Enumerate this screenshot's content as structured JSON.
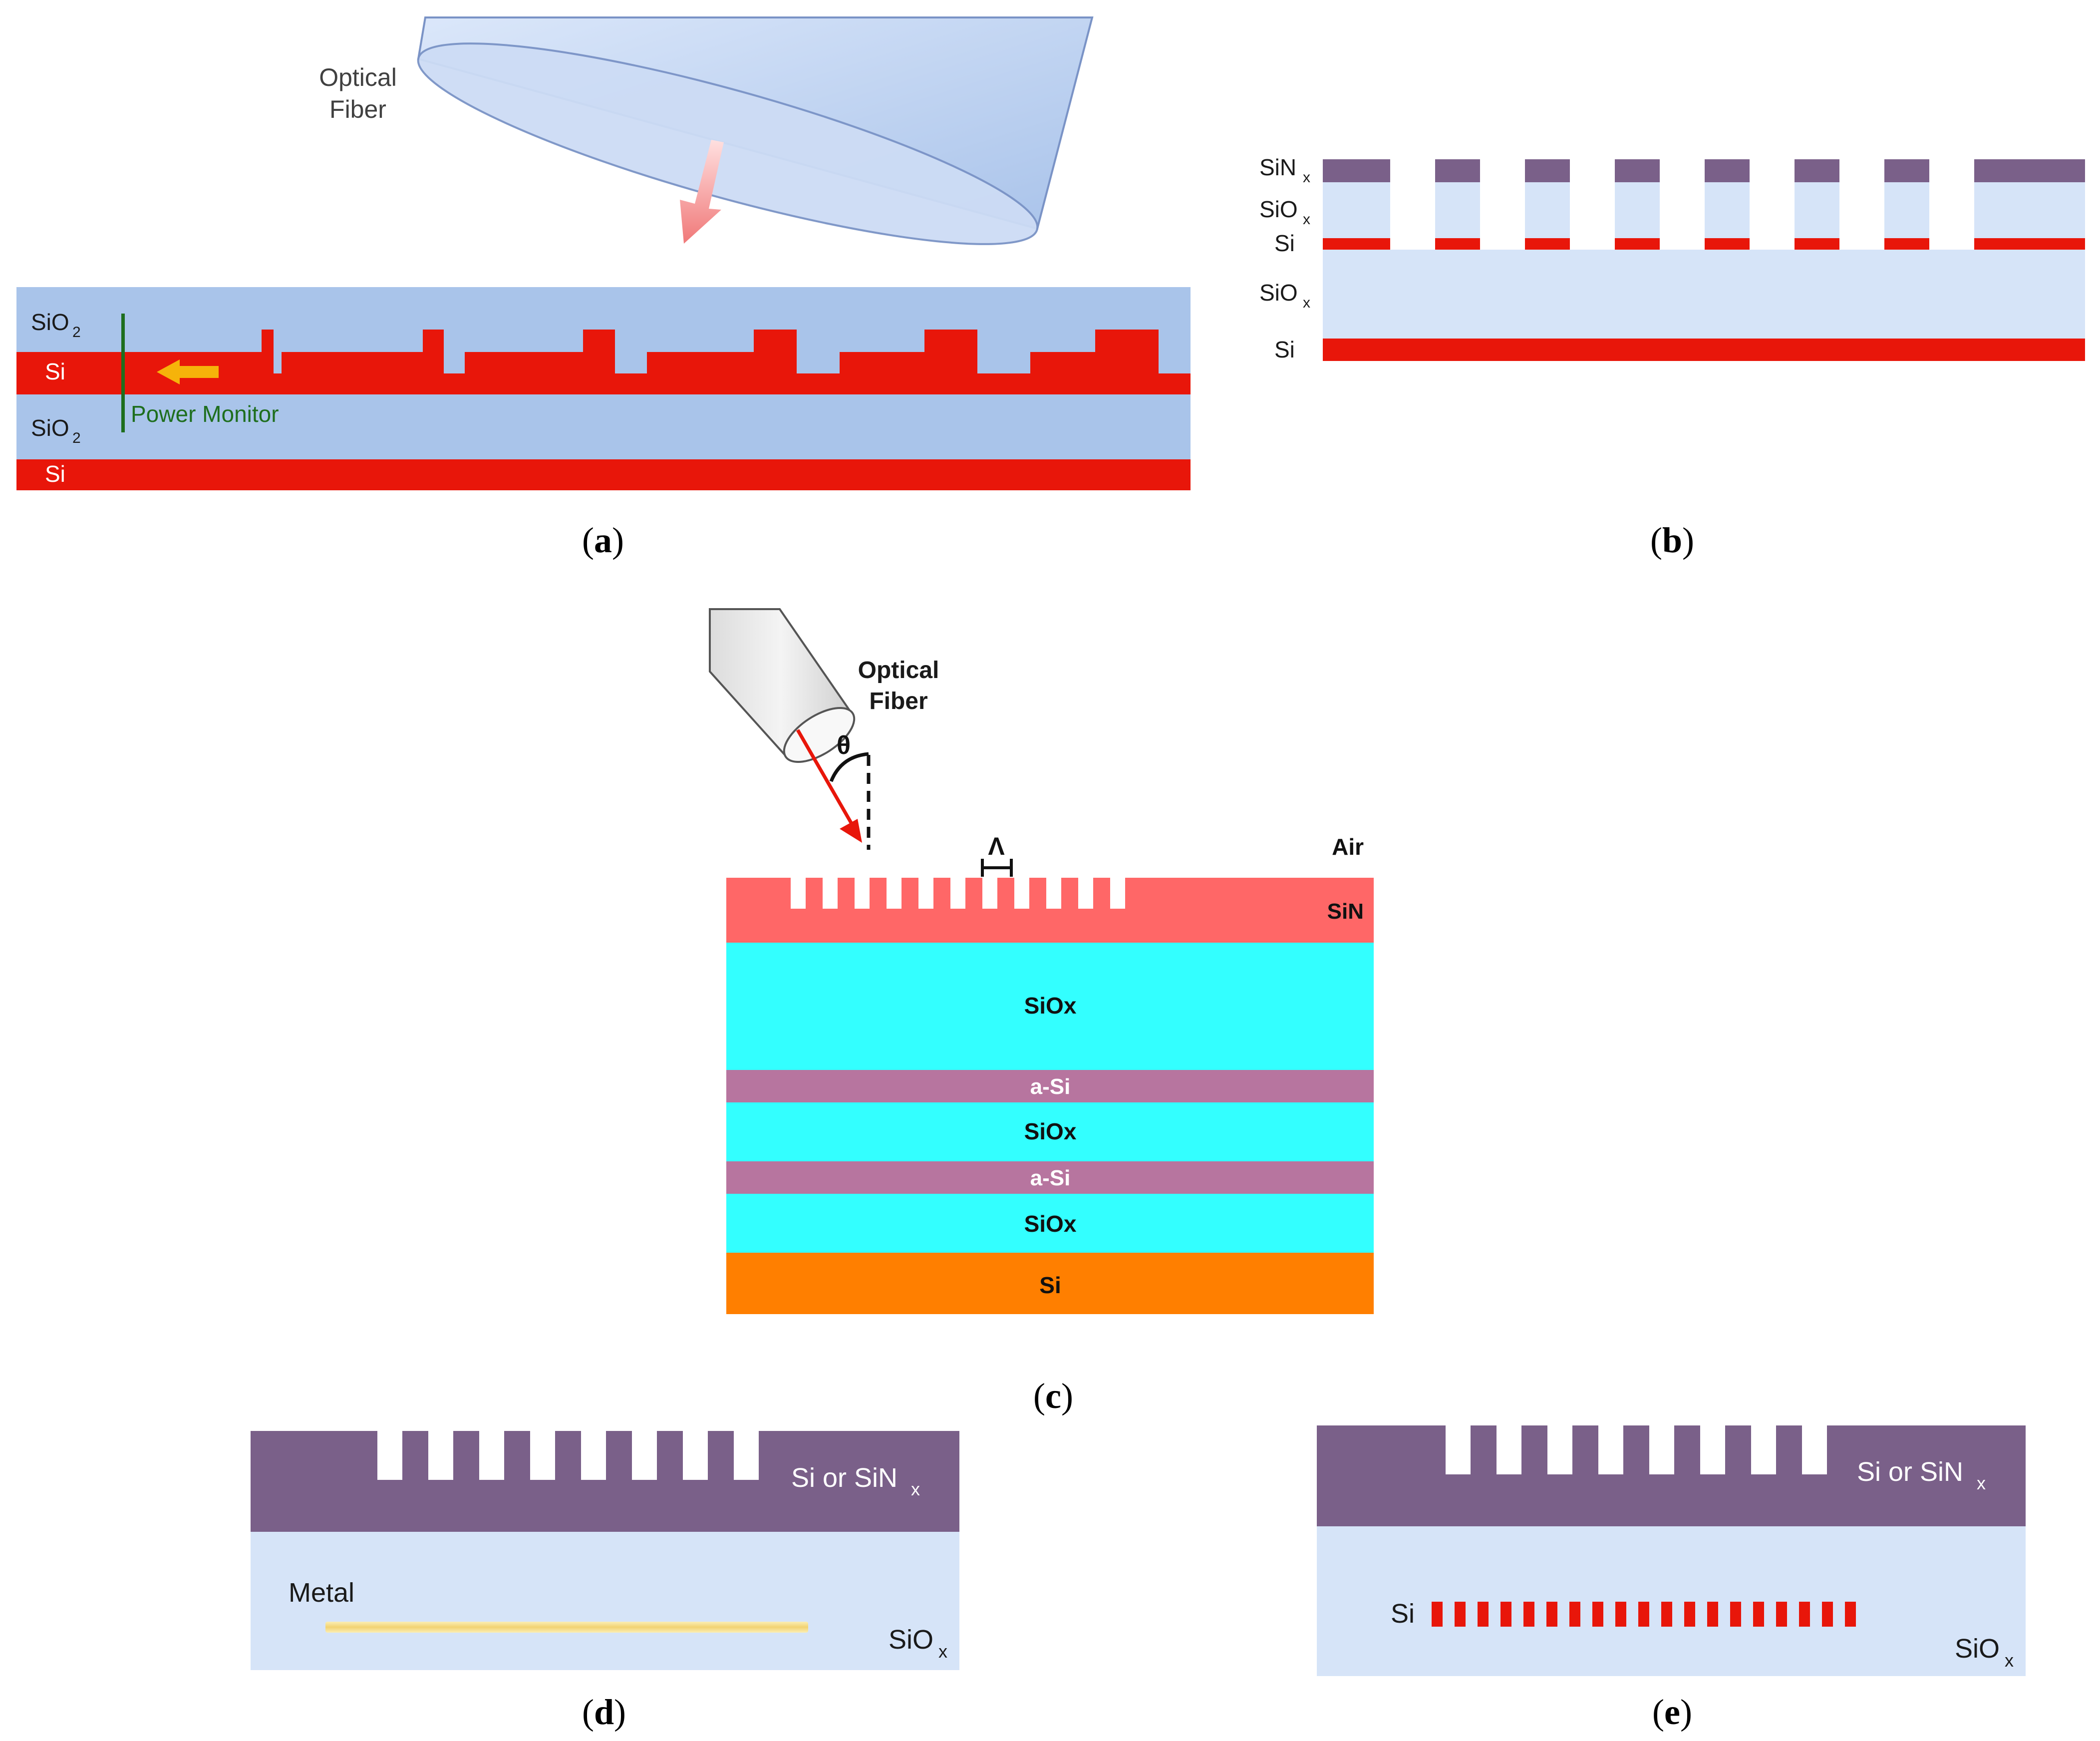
{
  "colors": {
    "sio2_blue": "#a9c4ea",
    "si_red": "#e8160a",
    "light_oxide": "#d6e4f8",
    "nitride_purple": "#7a6089",
    "sin_salmon": "#ff6767",
    "siox_cyan": "#33ffff",
    "asi_mauve": "#b7759f",
    "si_orange": "#ff7f00",
    "monitor_green": "#1e6e1e",
    "arrow_yellow": "#f6b30a",
    "metal_gold": "#f5dc84"
  },
  "panel_a": {
    "fiber_label_1": "Optical",
    "fiber_label_2": "Fiber",
    "sio2_top": "SiO",
    "sio2_top_sub": "2",
    "si_top": "Si",
    "sio2_bottom": "SiO",
    "sio2_bottom_sub": "2",
    "si_bottom": "Si",
    "monitor_label": "Power Monitor",
    "caption": "a"
  },
  "panel_b": {
    "sin_label": "SiN",
    "sin_sub": "x",
    "siox_label": "SiO",
    "siox_sub": "x",
    "si_label": "Si",
    "siox2_label": "SiO",
    "siox2_sub": "x",
    "si2_label": "Si",
    "caption": "b"
  },
  "panel_c": {
    "fiber_label_1": "Optical",
    "fiber_label_2": "Fiber",
    "theta": "θ",
    "lambda": "Λ",
    "air": "Air",
    "sin": "SiN",
    "siox_1": "SiOx",
    "asi_1": "a-Si",
    "siox_2": "SiOx",
    "asi_2": "a-Si",
    "siox_3": "SiOx",
    "si": "Si",
    "caption": "c"
  },
  "panel_d": {
    "top_label": "Si or SiN",
    "top_sub": "x",
    "metal": "Metal",
    "siox": "SiO",
    "siox_sub": "x",
    "caption": "d"
  },
  "panel_e": {
    "top_label": "Si or SiN",
    "top_sub": "x",
    "si": "Si",
    "siox": "SiO",
    "siox_sub": "x",
    "caption": "e"
  }
}
